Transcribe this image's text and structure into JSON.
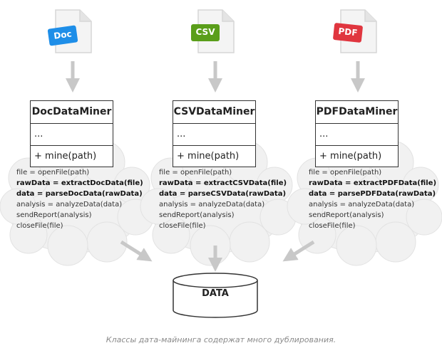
{
  "files": [
    {
      "badge": "Doc",
      "badge_color": "#1e8ee8"
    },
    {
      "badge": "CSV",
      "badge_color": "#5a9e1a"
    },
    {
      "badge": "PDF",
      "badge_color": "#e0363f"
    }
  ],
  "classes": [
    {
      "name": "DocDataMiner",
      "fields": "...",
      "method": "+ mine(path)"
    },
    {
      "name": "CSVDataMiner",
      "fields": "...",
      "method": "+ mine(path)"
    },
    {
      "name": "PDFDataMiner",
      "fields": "...",
      "method": "+ mine(path)"
    }
  ],
  "code": [
    [
      "file = openFile(path)",
      "rawData = extractDocData(file)",
      "data = parseDocData(rawData)",
      "analysis = analyzeData(data)",
      "sendReport(analysis)",
      "closeFile(file)"
    ],
    [
      "file = openFile(path)",
      "rawData = extractCSVData(file)",
      "data = parseCSVData(rawData)",
      "analysis = analyzeData(data)",
      "sendReport(analysis)",
      "closeFile(file)"
    ],
    [
      "file = openFile(path)",
      "rawData = extractPDFData(file)",
      "data = parsePDFData(rawData)",
      "analysis = analyzeData(data)",
      "sendReport(analysis)",
      "closeFile(file)"
    ]
  ],
  "database": {
    "label": "DATA"
  },
  "caption": "Классы дата-майнинга содержат много дублирования."
}
